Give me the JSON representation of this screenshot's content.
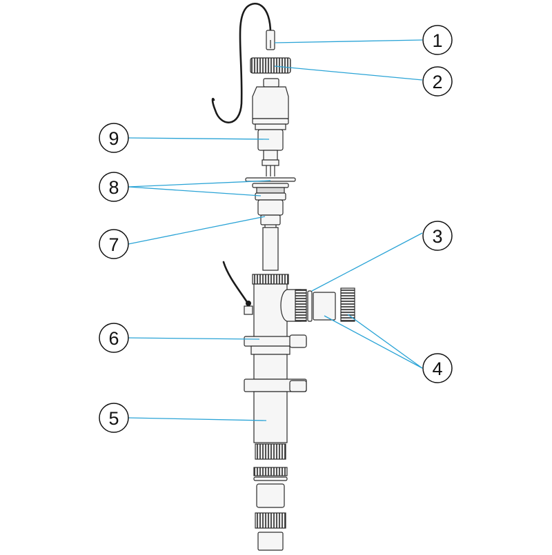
{
  "diagram": {
    "callouts": [
      {
        "id": "1",
        "label": "1"
      },
      {
        "id": "2",
        "label": "2"
      },
      {
        "id": "3",
        "label": "3"
      },
      {
        "id": "4",
        "label": "4"
      },
      {
        "id": "5",
        "label": "5"
      },
      {
        "id": "6",
        "label": "6"
      },
      {
        "id": "7",
        "label": "7"
      },
      {
        "id": "8",
        "label": "8"
      },
      {
        "id": "9",
        "label": "9"
      }
    ],
    "colors": {
      "leader_line": "#29a3d6",
      "outline": "#2a2a2a",
      "part_fill": "#f6f6f6",
      "cable": "#1a1a1a"
    }
  }
}
